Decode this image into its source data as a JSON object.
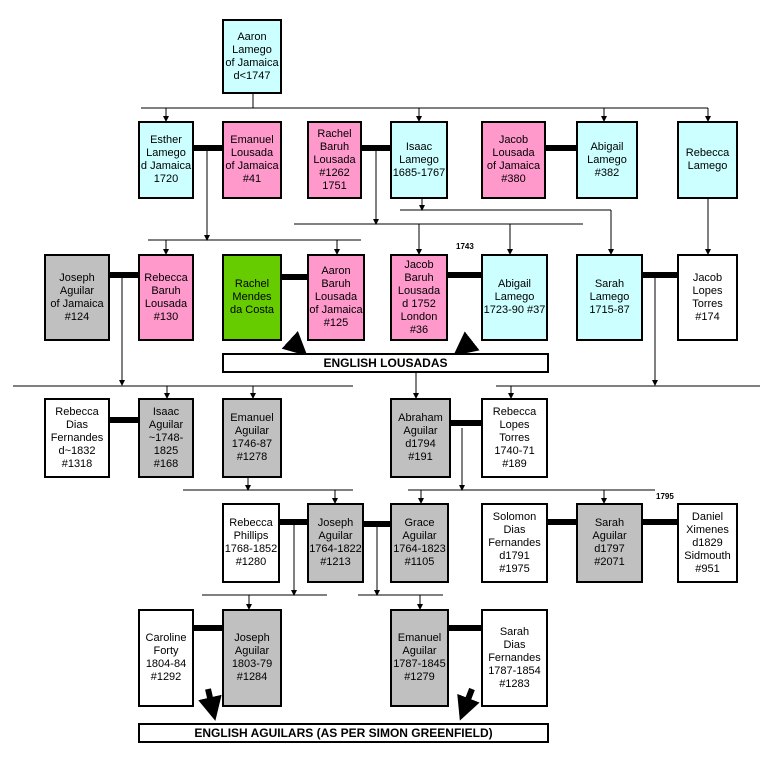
{
  "colors": {
    "blue": "#ccffff",
    "pink": "#ff99cc",
    "grey": "#c0c0c0",
    "green": "#66cc00",
    "white": "#ffffff"
  },
  "people": {
    "aaron_lamego": "Aaron\nLamego\nof Jamaica\nd<1747",
    "esther_lamego": "Esther\nLamego\nd Jamaica\n1720",
    "emanuel_lousada_41": "Emanuel\nLousada\nof Jamaica\n#41",
    "rachel_baruh_lousada": "Rachel\nBaruh\nLousada\n#1262\n1751",
    "isaac_lamego": "Isaac\nLamego\n1685-1767",
    "jacob_lousada_380": "Jacob\nLousada\nof Jamaica\n#380",
    "abigail_lamego_382": "Abigail\nLamego\n#382",
    "rebecca_lamego": "Rebecca\nLamego",
    "joseph_aguilar_124": "Joseph\nAguilar\nof Jamaica\n#124",
    "rebecca_baruh_lousada": "Rebecca\nBaruh\nLousada\n#130",
    "rachel_mendes_da_costa": "Rachel\nMendes\nda Costa",
    "aaron_baruh_lousada": "Aaron\nBaruh\nLousada\nof Jamaica\n#125",
    "jacob_baruh_lousada": "Jacob\nBaruh\nLousada\nd 1752\nLondon\n#36",
    "abigail_lamego_37": "Abigail\nLamego\n1723-90 #37",
    "sarah_lamego": "Sarah\nLamego\n1715-87",
    "jacob_lopes_torres": "Jacob\nLopes\nTorres\n#174",
    "rebecca_dias_fernandes_1318": "Rebecca\nDias\nFernandes\nd~1832\n#1318",
    "isaac_aguilar_168": "Isaac\nAguilar\n~1748-\n1825\n#168",
    "emanuel_aguilar_1278": "Emanuel\nAguilar\n1746-87\n#1278",
    "abraham_aguilar": "Abraham\nAguilar\nd1794\n#191",
    "rebecca_lopes_torres": "Rebecca\nLopes Torres\n1740-71\n#189",
    "rebecca_phillips": "Rebecca\nPhillips\n1768-1852\n#1280",
    "joseph_aguilar_1213": "Joseph\nAguilar\n1764-1822\n#1213",
    "grace_aguilar": "Grace\nAguilar\n1764-1823\n#1105",
    "solomon_dias_fernandes": "Solomon\nDias\nFernandes\nd1791\n#1975",
    "sarah_aguilar": "Sarah\nAguilar\nd1797\n#2071",
    "daniel_ximenes": "Daniel\nXimenes\nd1829\nSidmouth\n#951",
    "caroline_forty": "Caroline\nForty\n1804-84\n#1292",
    "joseph_aguilar_1284": "Joseph\nAguilar\n1803-79\n#1284",
    "emanuel_aguilar_1279": "Emanuel\nAguilar\n1787-1845\n#1279",
    "sarah_dias_fernandes": "Sarah\nDias\nFernandes\n1787-1854\n#1283"
  },
  "banners": {
    "english_lousadas": "ENGLISH LOUSADAS",
    "english_aguilars": "ENGLISH AGUILARS (AS PER SIMON GREENFIELD)"
  },
  "years": {
    "y1743": "1743",
    "y1795": "1795"
  }
}
